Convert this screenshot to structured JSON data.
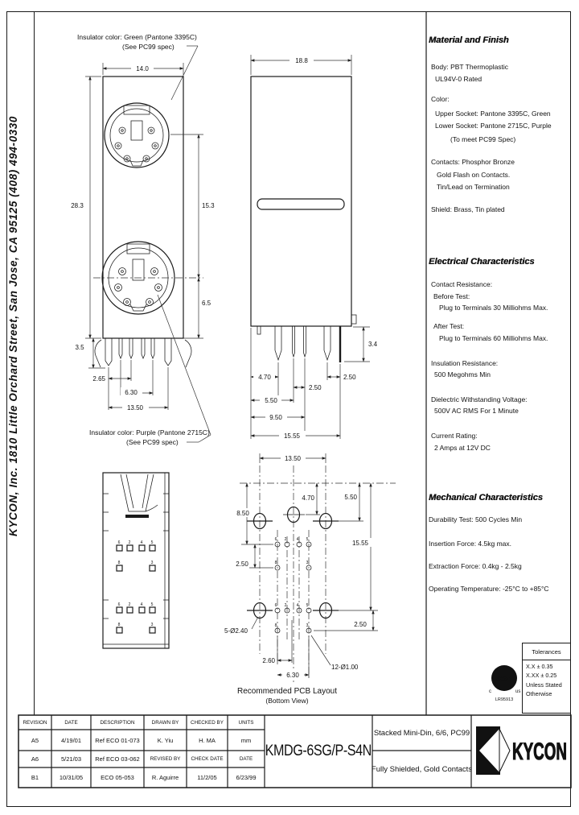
{
  "sheet": {
    "company_margin": "KYCON, Inc. 1810 Little Orchard Street, San Jose, CA 95125 (408) 494-0330"
  },
  "drawing": {
    "front_view": {
      "green_label_1": "Insulator color: Green (Pantone 3395C)",
      "green_label_2": "(See PC99 spec)",
      "purple_label_1": "Insulator color: Purple (Pantone 2715C)",
      "purple_label_2": "(See PC99 spec)",
      "dim_width": "14.0",
      "dim_height": "28.3",
      "dim_centers": "15.3",
      "dim_lower": "6.5",
      "dim_leg": "3.5",
      "dim_pin_offset": "2.65",
      "dim_pin_span": "6.30",
      "dim_leg_span": "13.50"
    },
    "side_view": {
      "dim_width": "18.8",
      "dim_leg": "3.4",
      "dim_1": "4.70",
      "dim_2": "2.50",
      "dim_3": "2.50",
      "dim_4": "5.50",
      "dim_5": "9.50",
      "dim_6": "15.55"
    },
    "pcb_layout": {
      "title": "Recommended PCB Layout",
      "subtitle": "(Bottom View)",
      "dim_width": "13.50",
      "dim_mid_hole": "4.70",
      "dim_outer_hole": "5.50",
      "dim_row": "8.50",
      "dim_row_gap_left": "2.50",
      "dim_total": "15.55",
      "dim_row_gap_right": "2.50",
      "dim_pin_offset": "2.60",
      "dim_pin_span": "6.30",
      "callout_big_holes": "5-Ø2.40",
      "callout_small_holes": "12-Ø1.00",
      "pin_row": [
        "6",
        "2",
        "4",
        "5"
      ],
      "pin_pair": [
        "8",
        "3"
      ]
    }
  },
  "notes": {
    "material": {
      "title": "Material and Finish",
      "lines": [
        "Body: PBT Thermoplastic",
        "UL94V-0 Rated",
        "Color:",
        "Upper Socket:  Pantone 3395C, Green",
        "Lower Socket:  Pantone 2715C, Purple",
        "(To meet PC99 Spec)",
        "Contacts:  Phosphor Bronze",
        "Gold Flash on Contacts.",
        "Tin/Lead on Termination",
        "Shield:  Brass, Tin plated"
      ]
    },
    "electrical": {
      "title": "Electrical Characteristics",
      "lines": [
        "Contact Resistance:",
        "Before Test:",
        "Plug to Terminals   30 Milliohms Max.",
        "After Test:",
        "Plug to Terminals   60 Milliohms Max.",
        "Insulation Resistance:",
        "500 Megohms Min",
        "Dielectric Withstanding Voltage:",
        "500V AC RMS For 1 Minute",
        "Current Rating:",
        "2 Amps at 12V DC"
      ]
    },
    "mechanical": {
      "title": "Mechanical Characteristics",
      "lines": [
        "Durability Test:  500 Cycles Min",
        "Insertion Force: 4.5kg max.",
        "Extraction Force: 0.4kg - 2.5kg",
        "Operating Temperature: -25°C to +85°C"
      ]
    }
  },
  "tolerances": {
    "title": "Tolerances",
    "lines": [
      "X.X ± 0.35",
      "X.XX ± 0.25",
      "Unless Stated",
      "Otherwise"
    ]
  },
  "certification": {
    "mark": "CSA",
    "left": "c",
    "right": "us",
    "file": "LR95913"
  },
  "title_block": {
    "headers": {
      "revision": "REVISION",
      "date": "DATE",
      "description": "DESCRIPTION",
      "drawn_by": "DRAWN BY",
      "checked_by": "CHECKED BY",
      "units": "UNITS",
      "revised_by": "REVISED BY",
      "check_date": "CHECK DATE",
      "date2": "DATE"
    },
    "revisions": [
      {
        "rev": "A5",
        "date": "4/19/01",
        "desc": "Ref ECO 01-073"
      },
      {
        "rev": "A6",
        "date": "5/21/03",
        "desc": "Ref ECO 03-062"
      },
      {
        "rev": "B1",
        "date": "10/31/05",
        "desc": "ECO 05-053"
      }
    ],
    "drawn_by": "K. Yiu",
    "checked_by": "H. MA",
    "units": "mm",
    "revised_by": "R. Aguirre",
    "check_date": "11/2/05",
    "date": "6/23/99",
    "part_number": "KMDG-6SG/P-S4N",
    "description_1": "Stacked Mini-Din, 6/6, PC99",
    "description_2": "Fully Shielded, Gold Contacts",
    "logo": "KYCON"
  }
}
